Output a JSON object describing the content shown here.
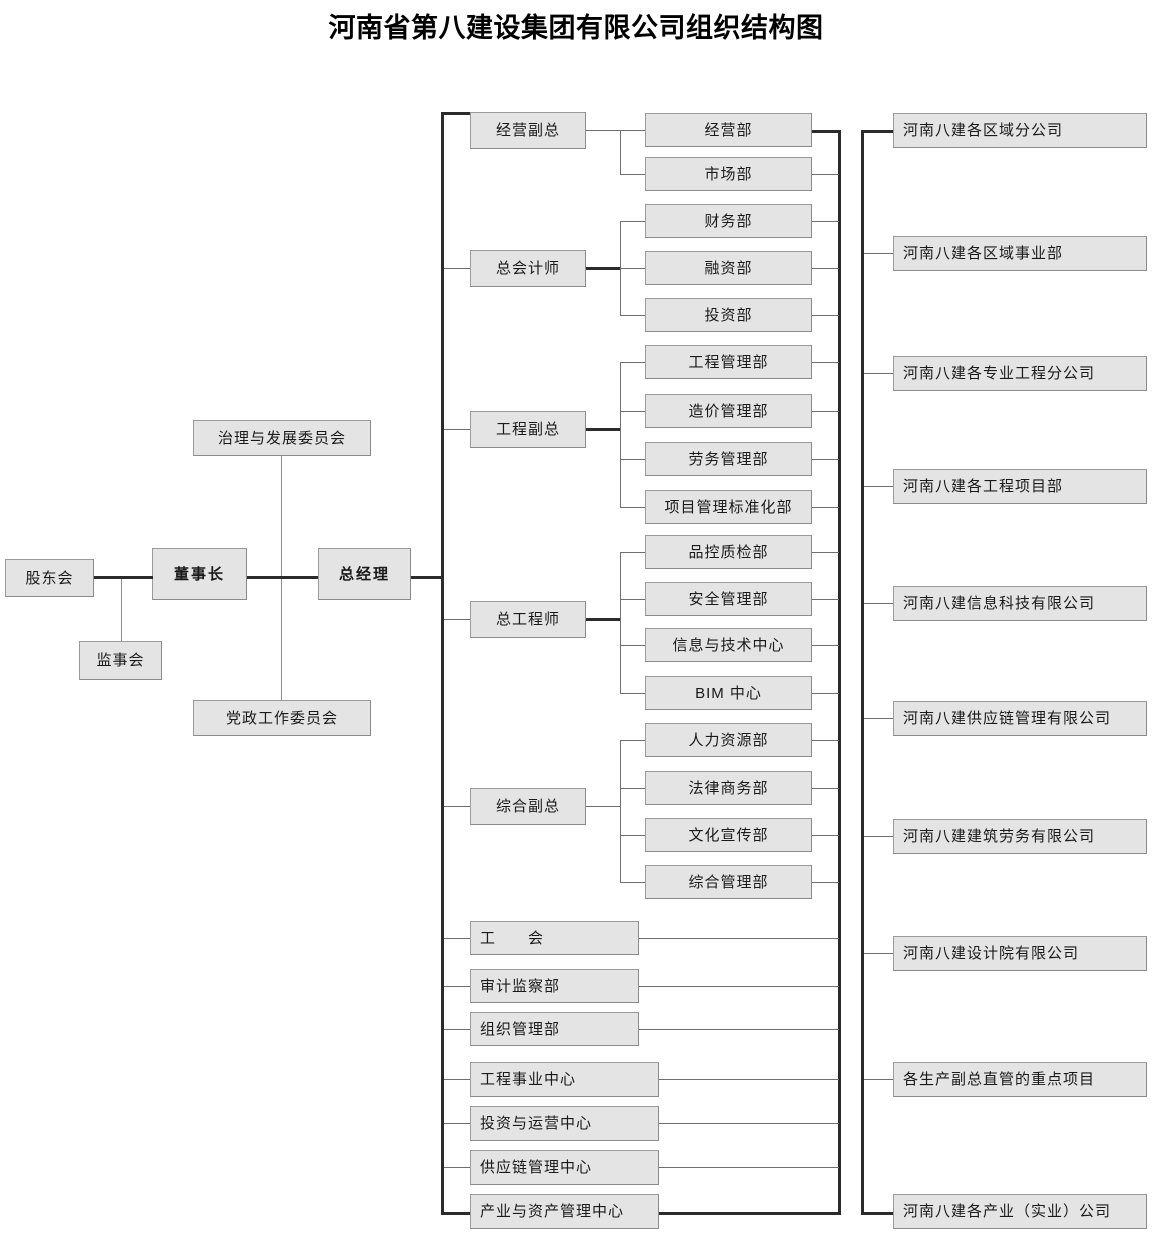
{
  "title": "河南省第八建设集团有限公司组织结构图",
  "colors": {
    "box_fill": "#e4e4e4",
    "box_border": "#9a9a9a",
    "line": "#4a4a4a",
    "line_thick": "#2b2b2b",
    "text": "#1a1a1a",
    "background": "#ffffff"
  },
  "governance": {
    "shareholders": "股东会",
    "supervisors": "监事会",
    "chairman": "董事长",
    "general_manager": "总经理",
    "committee_governance": "治理与发展委员会",
    "committee_party": "党政工作委员会"
  },
  "executives": [
    {
      "label": "经营副总",
      "departments": [
        "经营部",
        "市场部"
      ]
    },
    {
      "label": "总会计师",
      "departments": [
        "财务部",
        "融资部",
        "投资部"
      ]
    },
    {
      "label": "工程副总",
      "departments": [
        "工程管理部",
        "造价管理部",
        "劳务管理部",
        "项目管理标准化部"
      ]
    },
    {
      "label": "总工程师",
      "departments": [
        "品控质检部",
        "安全管理部",
        "信息与技术中心",
        "BIM 中心"
      ]
    },
    {
      "label": "综合副总",
      "departments": [
        "人力资源部",
        "法律商务部",
        "文化宣传部",
        "综合管理部"
      ]
    }
  ],
  "direct_units": [
    {
      "label": "工　　会"
    },
    {
      "label": "审计监察部"
    },
    {
      "label": "组织管理部"
    }
  ],
  "centers": [
    {
      "label": "工程事业中心"
    },
    {
      "label": "投资与运营中心"
    },
    {
      "label": "供应链管理中心"
    },
    {
      "label": "产业与资产管理中心"
    }
  ],
  "subsidiaries": [
    {
      "label": "河南八建各区域分公司"
    },
    {
      "label": "河南八建各区域事业部"
    },
    {
      "label": "河南八建各专业工程分公司"
    },
    {
      "label": "河南八建各工程项目部"
    },
    {
      "label": "河南八建信息科技有限公司"
    },
    {
      "label": "河南八建供应链管理有限公司"
    },
    {
      "label": "河南八建建筑劳务有限公司"
    },
    {
      "label": "河南八建设计院有限公司"
    },
    {
      "label": "各生产副总直管的重点项目"
    },
    {
      "label": "河南八建各产业（实业）公司"
    }
  ]
}
